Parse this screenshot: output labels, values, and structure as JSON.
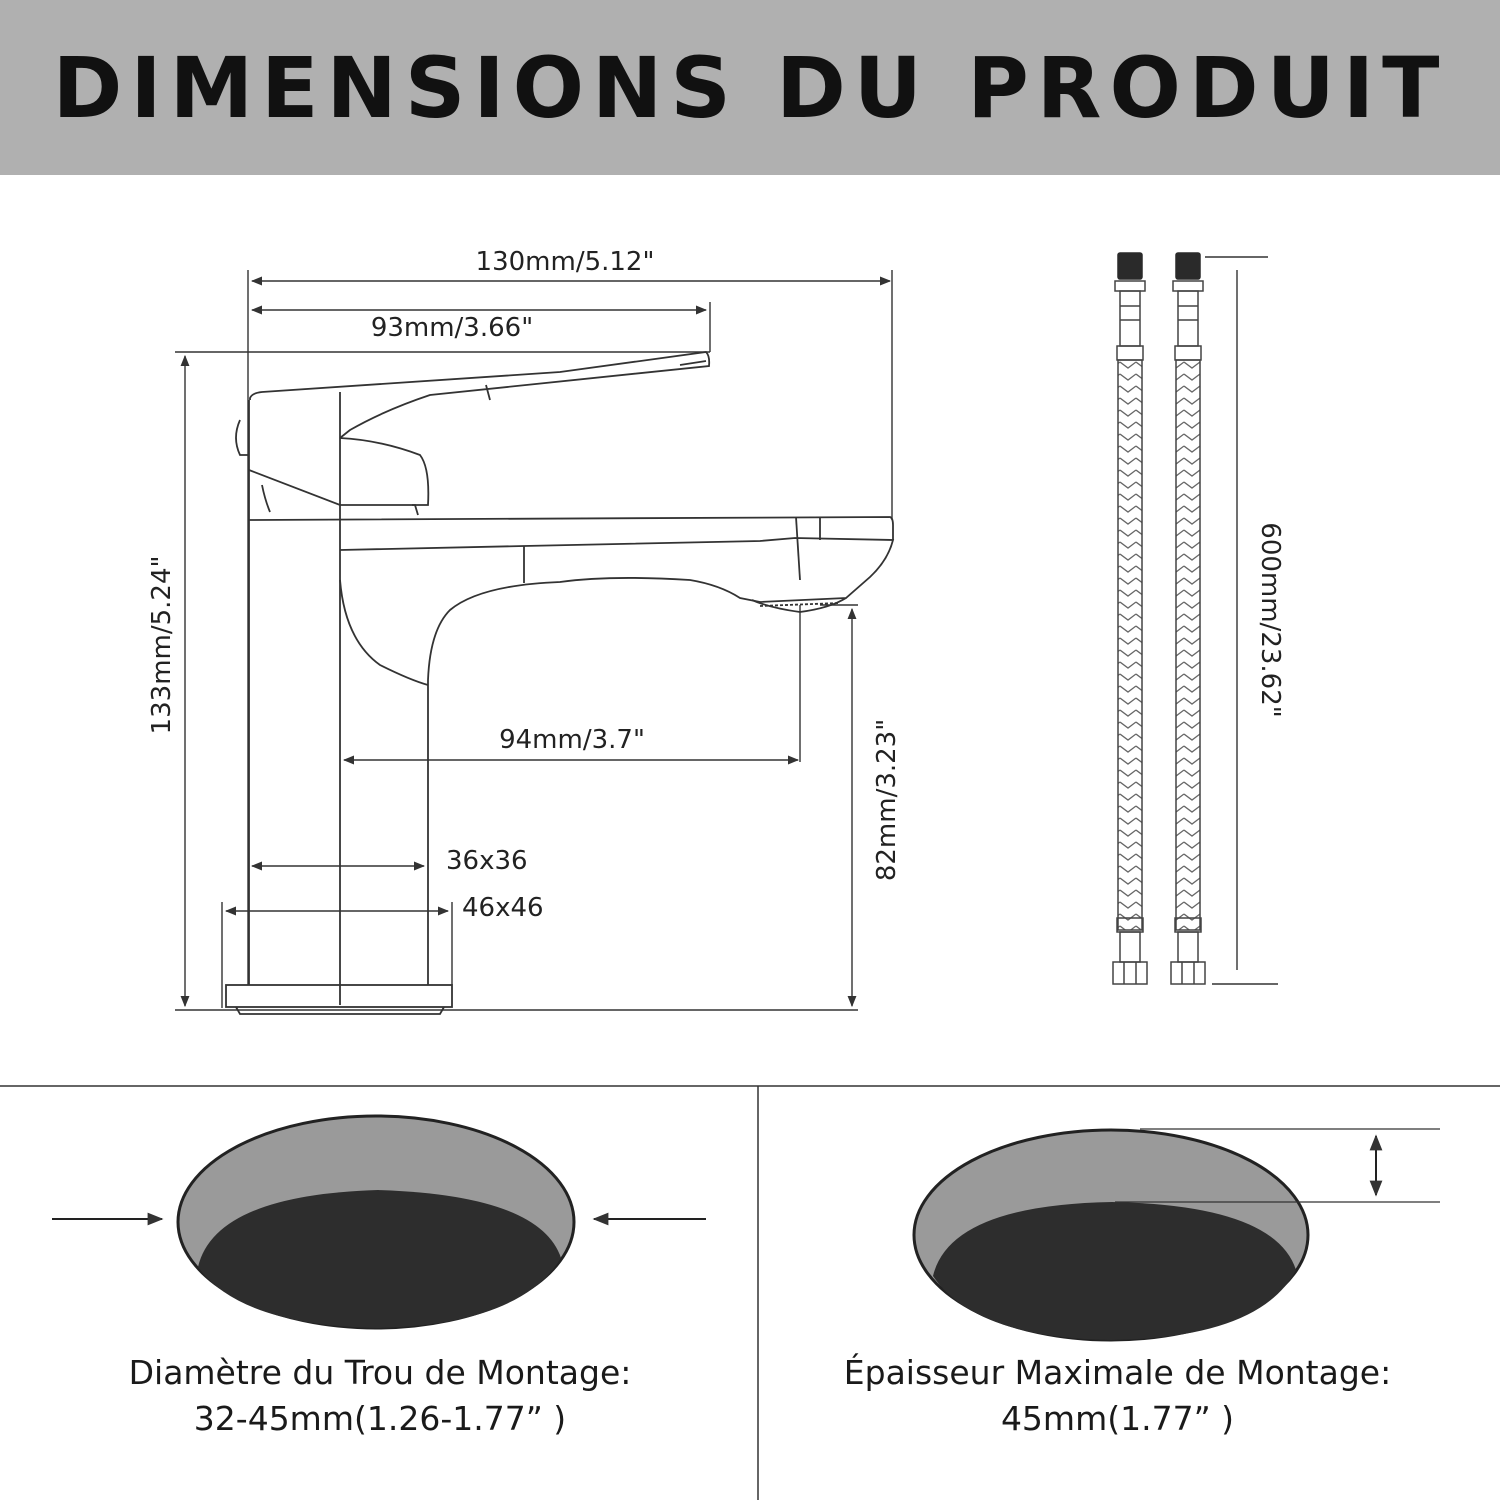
{
  "header": {
    "title": "DIMENSIONS DU PRODUIT",
    "background": "#b0b0b0"
  },
  "faucet": {
    "overall_length": "130mm/5.12\"",
    "handle_length": "93mm/3.66\"",
    "total_height": "133mm/5.24\"",
    "spout_reach": "94mm/3.7\"",
    "spout_height": "82mm/3.23\"",
    "body_section": "36x36",
    "base_section": "46x46"
  },
  "hoses": {
    "length": "600mm/23.62\""
  },
  "mounting_hole": {
    "label": "Diamètre du Trou de Montage:",
    "value": "32-45mm(1.26-1.77” )"
  },
  "mounting_thickness": {
    "label": "Épaisseur Maximale de Montage:",
    "value": "45mm(1.77” )"
  },
  "colors": {
    "line": "#333333",
    "hole_rim": "#9a9a9a",
    "hole_inner": "#2d2d2d"
  }
}
